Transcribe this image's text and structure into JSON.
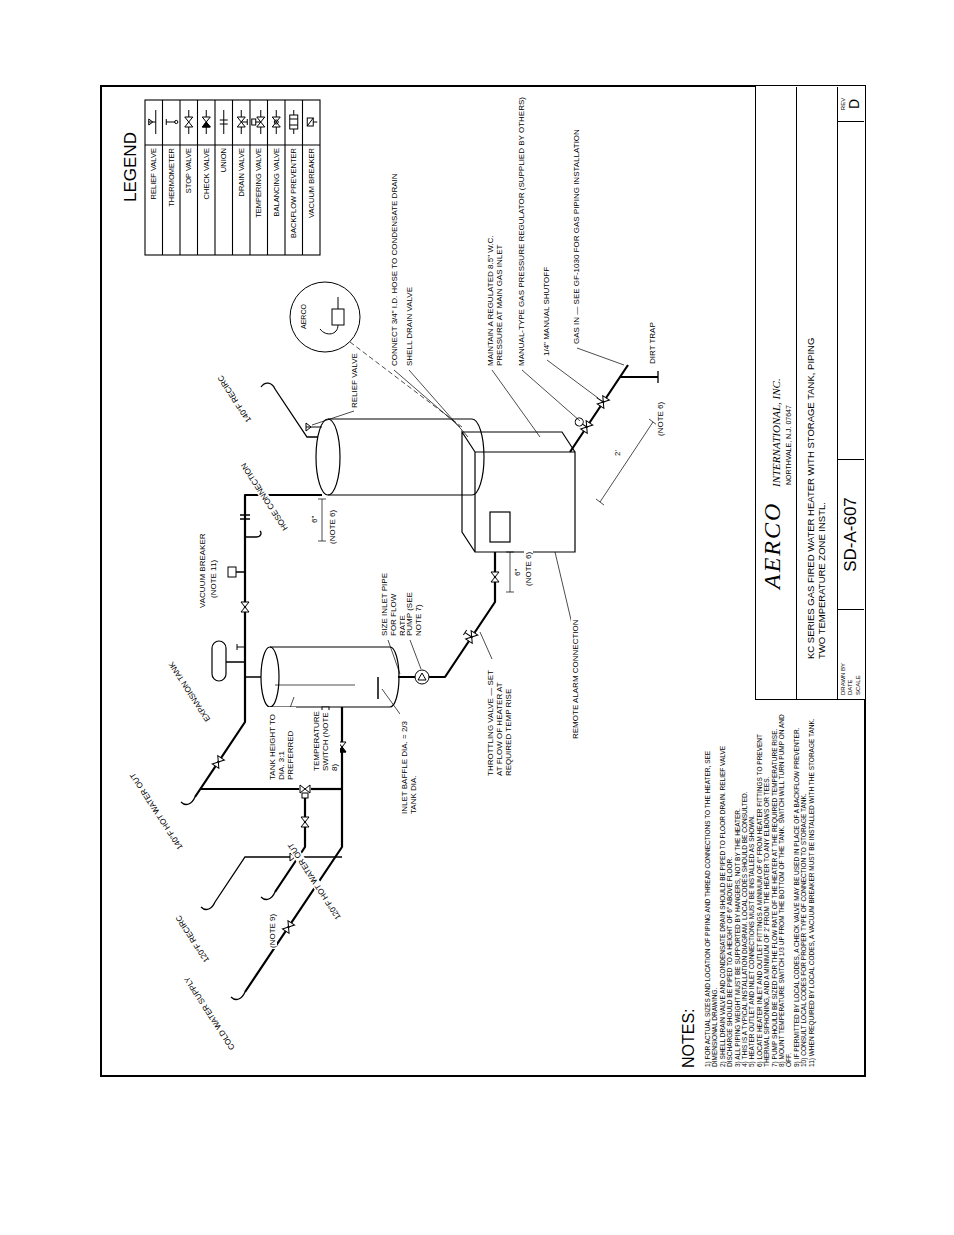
{
  "diagram": {
    "nodes": [
      {
        "text": [
          "AERCO",
          "INTERNATIONAL, INC.",
          "NORTHVALE, N.J. 07647"
        ]
      },
      {
        "text": [
          "KC SERIES GAS FIRED WATER HEATER WITH STORAGE TANK, PIPING TWO TEMPERATURE ZONE INSTL."
        ],
        "in": 0
      },
      {
        "text": [
          "DRAWN BY",
          "DATE",
          "SCALE"
        ],
        "in": 0
      },
      {
        "text": [
          "SD-A-607"
        ],
        "in": 0
      },
      {
        "text": [
          "REV",
          "D"
        ],
        "in": 0
      }
    ],
    "labels": [
      "NOTES:",
      "1) FOR ACTUAL SIZES AND LOCATION OF PIPING AND THREAD CONNECTIONS TO THE HEATER, SEE DIMENSIONAL DRAWING.",
      "2) SHELL DRAIN VALVE AND CONDENSATE DRAIN SHOULD BE PIPED TO FLOOR DRAIN. RELIEF VALVE DISCHARGE SHOULD BE PIPED TO A HEIGHT OF 6\" ABOVE FLOOR.",
      "3) ALL PIPING WEIGHT MUST BE SUPPORTED BY HANGERS, NOT BY THE HEATER.",
      "4) THIS IS A TYPICAL INSTALLATION DIAGRAM. LOCAL CODES SHOULD BE CONSULTED.",
      "5) HEATER OUTLET AND INLET CONNECTIONS MUST BE INSTALLED AS SHOWN.",
      "6) LOCATE HEATER INLET AND OUTLET FITTINGS A MINIMUM OF 6\" FROM HEATER FITTINGS TO PREVENT THERMAL SIPHONING, AND A MINIMUM OF 2' FROM THE HEATER TO ANY ELBOWS OR TEES.",
      "7) PUMP SHOULD BE SIZED FOR THE FLOW RATE OF THE HEATER AT THE REQUIRED TEMPERATURE RISE.",
      "8) MOUNT TEMPERATURE SWITCH 1/3 UP FROM THE BOTTOM OF THE TANK. SWITCH WILL TURN PUMP ON AND OFF.",
      "9) IF PERMITTED BY LOCAL CODES, A CHECK VALVE MAY BE USED IN PLACE OF A BACKFLOW PREVENTER.",
      "10) CONSULT LOCAL CODES FOR PROPER TYPE OF CONNECTION TO STORAGE TANK.",
      "11) WHEN REQUIRED BY LOCAL CODES, A VACUUM BREAKER MUST BE INSTALLED WITH THE STORAGE TANK.",
      "LEGEND",
      "COLD WATER SUPPLY",
      "120°F RECIRC",
      "(NOTE 9)",
      "140°F HOT WATER OUT",
      "EXPANSION TANK",
      "VACUUM BREAKER",
      "(NOTE 11)",
      "HOSE CONNECTION",
      "140°F RECIRC",
      "RELIEF VALVE",
      "CONNECT 3/4\" I.D. HOSE TO CONDENSATE DRAIN",
      "SHELL DRAIN VALVE",
      "MAINTAIN A REGULATED 8.5\" W.C. PRESSURE AT MAIN GAS INLET",
      "MANUAL-TYPE GAS PRESSURE REGULATOR (SUPPLIED BY OTHERS)",
      "1/4\" MANUAL SHUTOFF",
      "GAS IN — SEE GF-1030 FOR GAS PIPING INSTALLATION",
      "DIRT TRAP",
      "REMOTE ALARM CONNECTION",
      "THROTTLING VALVE — SET AT FLOW OF HEATER AT REQUIRED TEMP RISE",
      "INLET BAFFLE DIA. = 2/3 TANK DIA.",
      "TANK HEIGHT TO DIA. 3:1 PREFERRED",
      "TEMPERATURE SWITCH (NOTE 8)",
      "SIZE INLET PIPE FOR FLOW RATE",
      "PUMP (SEE NOTE 7)",
      "120°F HOT WATER OUT",
      "(NOTE 6)",
      "6\"",
      "(NOTE 6)",
      "6\"",
      "2'",
      "(NOTE 6)",
      "AERCO"
    ],
    "legend": [
      {
        "text": "RELIEF VALVE"
      },
      {
        "text": "THERMOMETER"
      },
      {
        "text": "STOP VALVE"
      },
      {
        "text": "CHECK VALVE"
      },
      {
        "text": "UNION"
      },
      {
        "text": "DRAIN VALVE"
      },
      {
        "text": "TEMPERING VALVE"
      },
      {
        "text": "BALANCING VALVE"
      },
      {
        "text": "BACKFLOW PREVENTER"
      },
      {
        "text": "VACUUM BREAKER"
      }
    ]
  }
}
